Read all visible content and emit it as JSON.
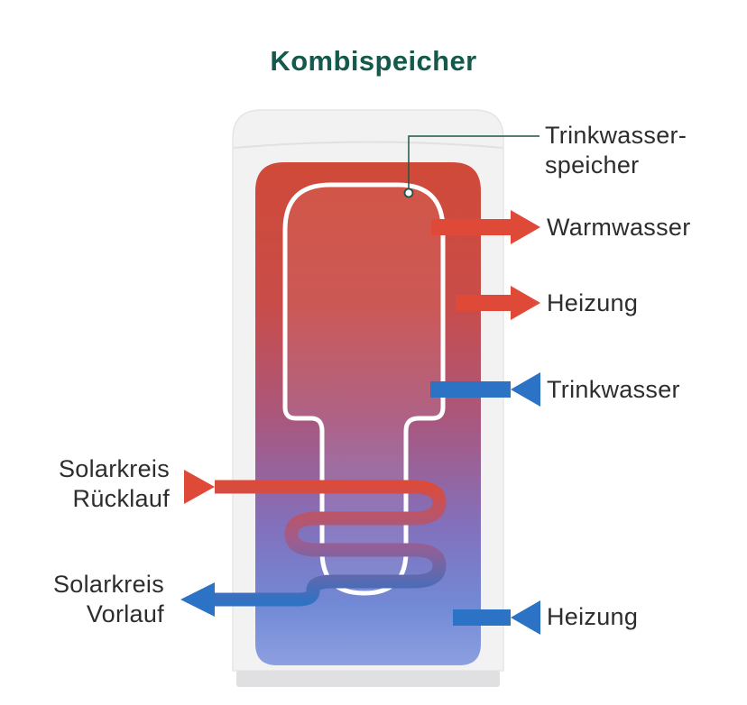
{
  "title": "Kombispeicher",
  "colors": {
    "red": "#DE4A37",
    "blue": "#2C72C5",
    "title_green": "#14594B",
    "tank_top_red": "#D04A38",
    "tank_bottom_blue": "#8C9FE0",
    "text": "#2D2D2D"
  },
  "callouts": {
    "trinkwasserspeicher": {
      "line1": "Trinkwasser-",
      "line2": "speicher"
    },
    "warmwasser": "Warmwasser",
    "heizung_supply": "Heizung",
    "trinkwasser": "Trinkwasser",
    "solarkreis_ruecklauf": {
      "line1": "Solarkreis",
      "line2": "Rücklauf"
    },
    "solarkreis_vorlauf": {
      "line1": "Solarkreis",
      "line2": "Vorlauf"
    },
    "heizung_return": "Heizung"
  }
}
